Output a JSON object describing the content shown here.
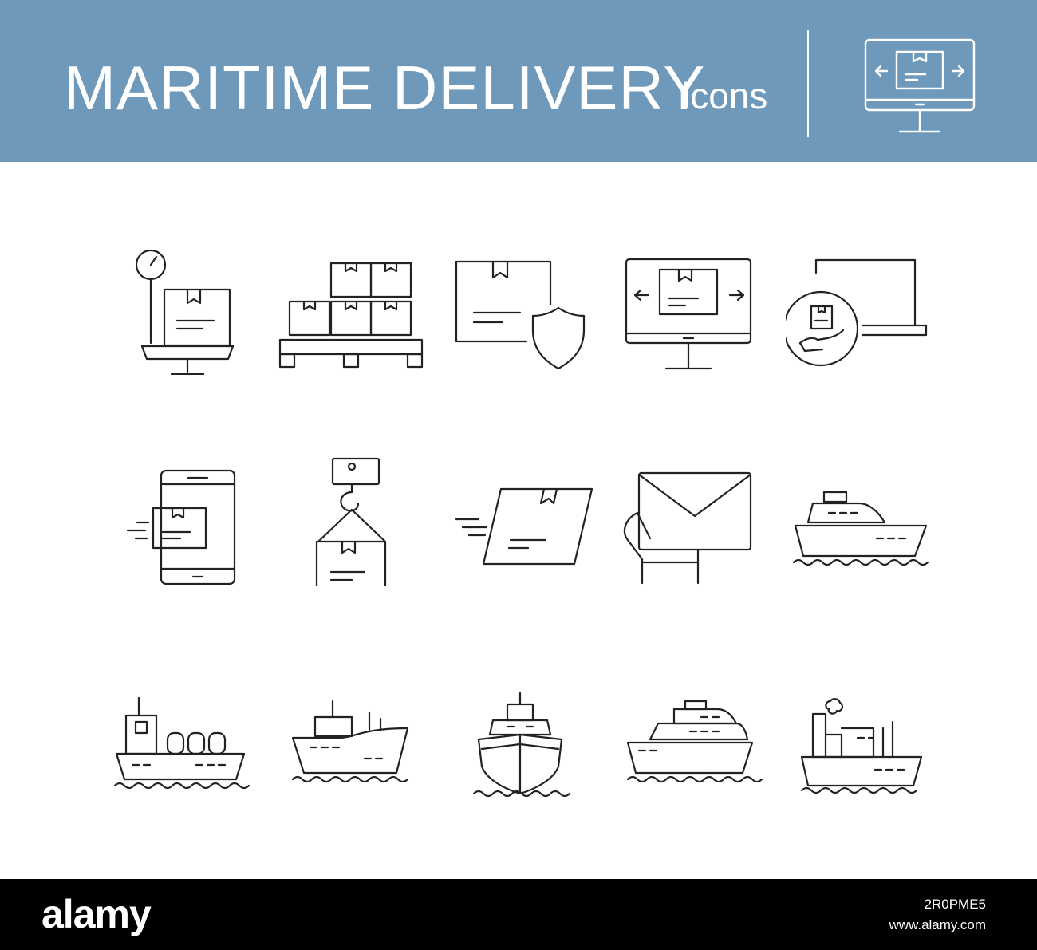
{
  "header": {
    "title": "MARITIME DELIVERY",
    "subtitle": "icons",
    "banner_color": "#6e99bb"
  },
  "icons": [
    "scale-box-icon",
    "pallet-boxes-icon",
    "protected-package-icon",
    "monitor-package-icon",
    "laptop-delivery-icon",
    "smartphone-delivery-icon",
    "crane-hook-box-icon",
    "fast-delivery-box-icon",
    "hand-envelope-icon",
    "ferry-boat-icon",
    "tanker-ship-icon",
    "cargo-ship-icon",
    "ship-front-icon",
    "cruise-ship-icon",
    "steam-ship-icon"
  ],
  "footer": {
    "logo": "alamy",
    "stock_id": "2R0PME5",
    "url": "www.alamy.com"
  }
}
